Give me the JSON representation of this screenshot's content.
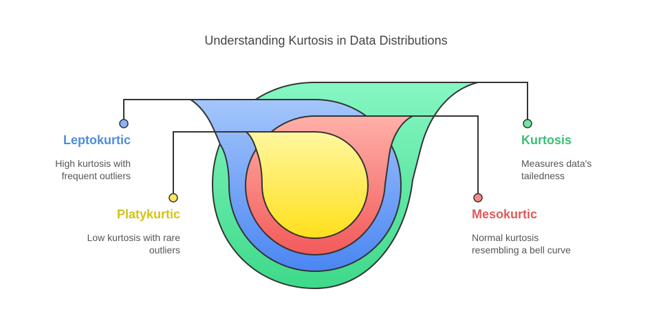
{
  "title": "Understanding Kurtosis in Data Distributions",
  "colors": {
    "kurtosis": "#3dbf73",
    "leptokurtic": "#4d8de0",
    "mesokurtic": "#e05a5a",
    "platykurtic": "#d4c21a",
    "connector": "#333333"
  },
  "items": {
    "leptokurtic": {
      "label": "Leptokurtic",
      "desc_lines": [
        "High kurtosis with",
        "frequent outliers"
      ]
    },
    "platykurtic": {
      "label": "Platykurtic",
      "desc_lines": [
        "Low kurtosis with rare",
        "outliers"
      ]
    },
    "kurtosis": {
      "label": "Kurtosis",
      "desc_lines": [
        "Measures data's",
        "tailedness"
      ]
    },
    "mesokurtic": {
      "label": "Mesokurtic",
      "desc_lines": [
        "Normal kurtosis",
        "resembling a bell curve"
      ]
    }
  }
}
